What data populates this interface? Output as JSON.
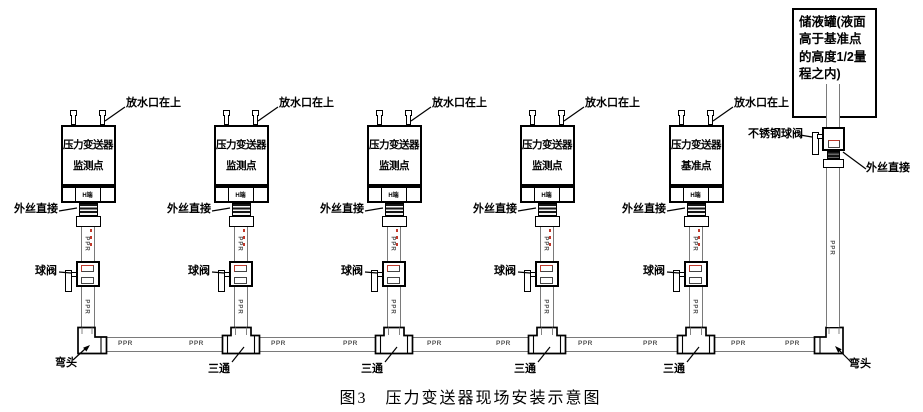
{
  "figure_caption": "图3　压力变送器现场安装示意图",
  "units": [
    {
      "device": "压力变送器",
      "point": "监测点"
    },
    {
      "device": "压力变送器",
      "point": "监测点"
    },
    {
      "device": "压力变送器",
      "point": "监测点"
    },
    {
      "device": "压力变送器",
      "point": "监测点"
    },
    {
      "device": "压力变送器",
      "point": "基准点"
    }
  ],
  "labels": {
    "drain_top": "放水口在上",
    "male_thread": "外丝直接",
    "ball_valve": "球阀",
    "ss_ball_valve": "不锈钢球阀",
    "elbow": "弯头",
    "tee": "三通",
    "h_port": "H端",
    "pipe_material": "PPR",
    "tank": "储液罐(液面高于基准点的高度1/2量程之内)"
  },
  "colors": {
    "line": "#000000",
    "pipe_line": "#7a7a7a",
    "accent_red": "#c0392b"
  }
}
